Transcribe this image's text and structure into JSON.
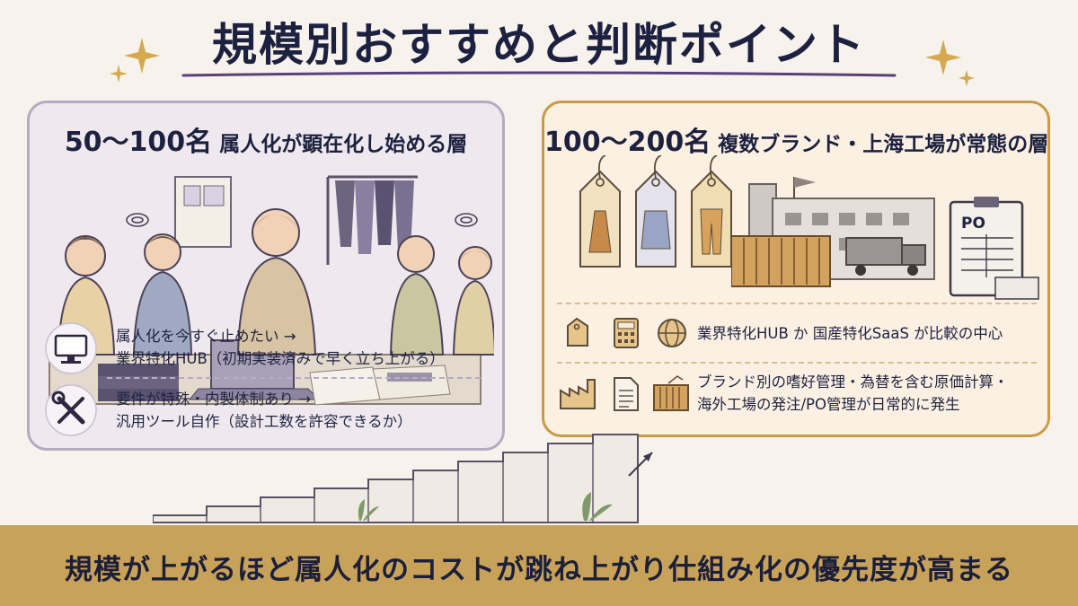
{
  "title": "規模別おすすめと判断ポイント",
  "left_panel": {
    "range": "50〜100名",
    "description": "属人化が顕在化し始める層",
    "illustration_icon": "office-team-meeting-icon",
    "rows": [
      {
        "icon": "monitor-icon",
        "line1": "属人化を今すぐ止めたい →",
        "line2": "業界特化HUB（初期実装済みで早く立ち上がる）"
      },
      {
        "icon": "wrench-screwdriver-icon",
        "line1": "要件が特殊・内製体制あり →",
        "line2": "汎用ツール自作（設計工数を許容できるか）"
      }
    ]
  },
  "right_panel": {
    "range": "100〜200名",
    "description": "複数ブランド・上海工場が常態の層",
    "po_label": "PO",
    "rows": [
      {
        "icons": [
          "price-tag-icon",
          "calculator-icon",
          "globe-icon"
        ],
        "line1": "業界特化HUB か 国産特化SaaS が比較の中心",
        "line2": ""
      },
      {
        "icons": [
          "factory-icon",
          "document-icon",
          "shipping-container-icon"
        ],
        "line1": "ブランド別の嗜好管理・為替を含む原価計算・",
        "line2": "海外工場の発注/PO管理が日常的に発生"
      }
    ]
  },
  "footer": {
    "text": "規模が上がるほど属人化のコストが跳ね上がり仕組み化の優先度が高まる"
  },
  "colors": {
    "background": "#f7f2ec",
    "left_panel_bg": "#efe9ef",
    "left_panel_border": "#b8a9c3",
    "right_panel_bg": "#fbf0e2",
    "right_panel_border": "#c99a45",
    "footer_bar": "#c9a25a",
    "title_text": "#1d2140",
    "underline": "#5b3f7a"
  }
}
